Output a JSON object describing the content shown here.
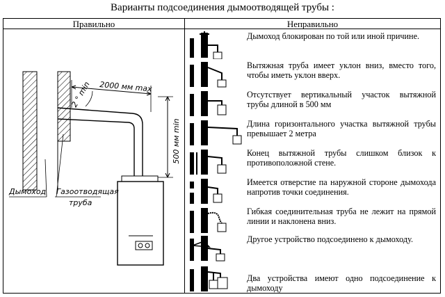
{
  "title": "Варианты подсоединения дымоотводящей трубы :",
  "columns": {
    "correct": "Правильно",
    "wrong": "Неправильно"
  },
  "figure": {
    "dim_horizontal": "2000 мм max",
    "dim_angle": "2 ° min",
    "dim_vertical": "500 мм min",
    "label_chimney": "Дымоход",
    "label_pipe_line1": "Газоотводящая",
    "label_pipe_line2": "труба"
  },
  "wrong_cases": [
    {
      "text": "Дымоход блокирован по той или иной причине."
    },
    {
      "text": "Вытяжная труба имеет уклон вниз, вместо того, чтобы иметь уклон вверх."
    },
    {
      "text": "Отсутствует вертикальный участок вытяжной трубы длиной в 500 мм"
    },
    {
      "text": "Длина горизонтального участка вытяжной трубы превышает 2 метра"
    },
    {
      "text": "Конец вытяжной трубы слишком близок к противоположной стене."
    },
    {
      "text": "Имеется отверстие па наружной стороне дымохода напротив точки соединения."
    },
    {
      "text": "Гибкая соединительная труба не лежит на прямой линии и наклонена вниз."
    },
    {
      "text": "Другое устройство подсоединено к дымоходу."
    },
    {
      "text": "Два устройства имеют одно подсоединение к дымоходу"
    }
  ]
}
